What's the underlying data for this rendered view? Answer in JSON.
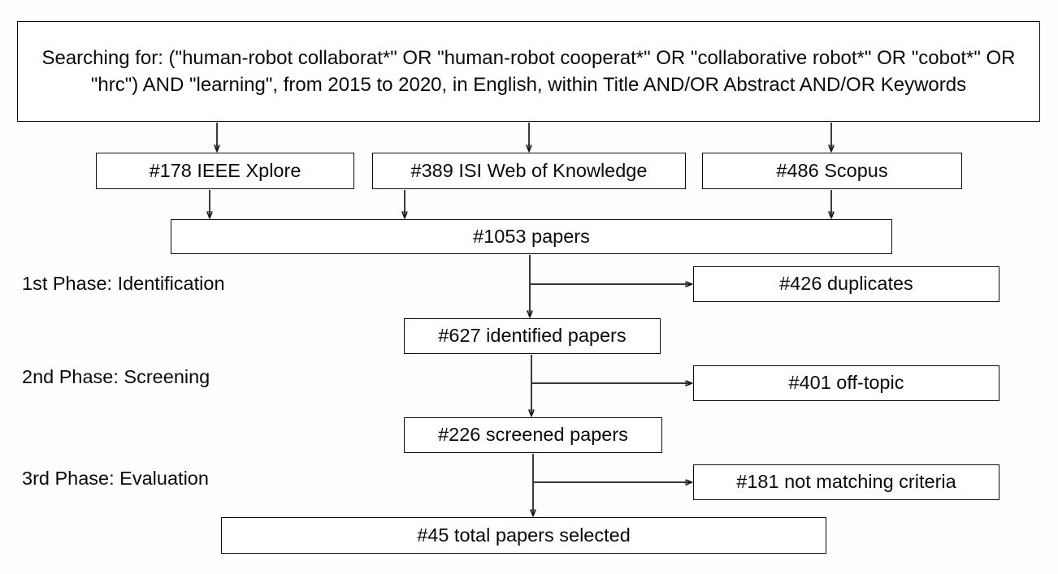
{
  "diagram": {
    "title_text": "Searching for: (\"human-robot collaborat*\" OR \"human-robot cooperat*\" OR \"collaborative robot*\" OR \"cobot*\" OR \"hrc\") AND \"learning\", from 2015 to 2020, in English, within Title AND/OR Abstract AND/OR Keywords",
    "stroke_color": "#1a1a1a",
    "box_fill": "#ffffff",
    "text_color": "#0a0a0a"
  },
  "sources": [
    {
      "label": "#178 IEEE Xplore",
      "count": 178,
      "name": "IEEE Xplore"
    },
    {
      "label": "#389 ISI Web of Knowledge",
      "count": 389,
      "name": "ISI Web of Knowledge"
    },
    {
      "label": "#486 Scopus",
      "count": 486,
      "name": "Scopus"
    }
  ],
  "pool": {
    "label": "#1053 papers",
    "count": 1053
  },
  "phases": [
    {
      "label": "1st Phase: Identification"
    },
    {
      "label": "2nd Phase: Screening"
    },
    {
      "label": "3rd Phase: Evaluation"
    }
  ],
  "excluded": [
    {
      "label": "#426 duplicates",
      "count": 426
    },
    {
      "label": "#401 off-topic",
      "count": 401
    },
    {
      "label": "#181 not matching criteria",
      "count": 181
    }
  ],
  "stages": [
    {
      "label": "#627 identified papers",
      "count": 627
    },
    {
      "label": "#226 screened papers",
      "count": 226
    }
  ],
  "result": {
    "label": "#45 total papers selected",
    "count": 45
  }
}
